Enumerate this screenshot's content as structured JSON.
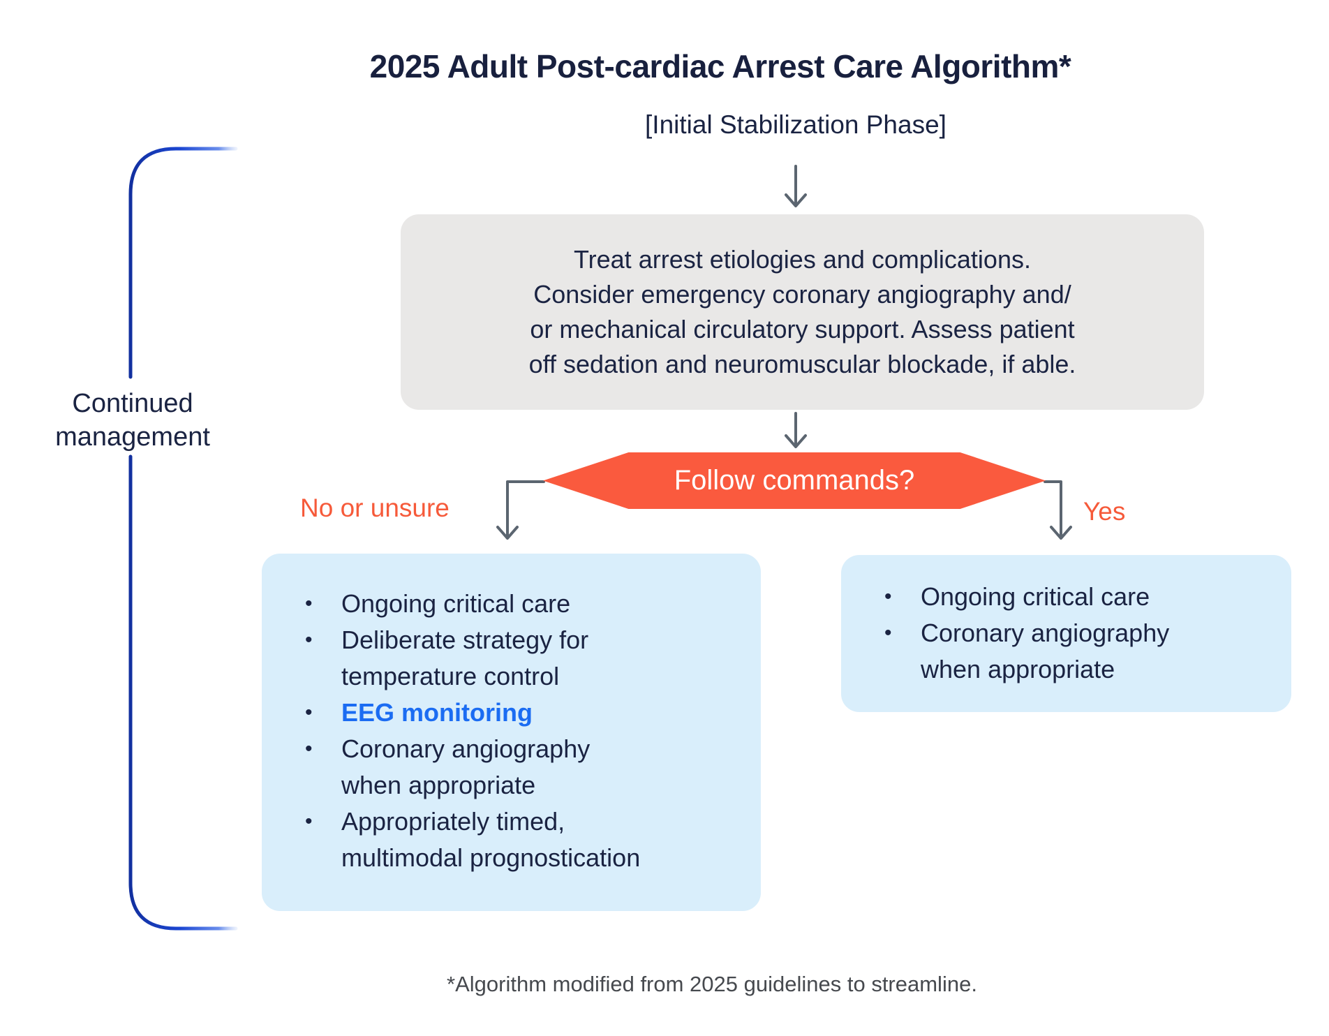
{
  "title": "2025 Adult Post-cardiac Arrest Care Algorithm*",
  "phase_label": "[Initial Stabilization Phase]",
  "treatment_box": {
    "text": "Treat arrest etiologies and complications.\nConsider emergency coronary angiography and/\nor mechanical circulatory support. Assess patient\noff sedation and neuromuscular blockade, if able."
  },
  "decision": {
    "label": "Follow commands?"
  },
  "branches": {
    "no_label": "No or unsure",
    "yes_label": "Yes"
  },
  "no_box": {
    "items": [
      {
        "text": "Ongoing critical care",
        "highlight": false
      },
      {
        "text": "Deliberate strategy for\ntemperature control",
        "highlight": false
      },
      {
        "text": "EEG monitoring",
        "highlight": true
      },
      {
        "text": "Coronary angiography\nwhen appropriate",
        "highlight": false
      },
      {
        "text": "Appropriately timed,\nmultimodal prognostication",
        "highlight": false
      }
    ]
  },
  "yes_box": {
    "items": [
      {
        "text": "Ongoing critical care",
        "highlight": false
      },
      {
        "text": "Coronary angiography\nwhen appropriate",
        "highlight": false
      }
    ]
  },
  "side_label": {
    "text": "Continued\nmanagement"
  },
  "footnote": "*Algorithm modified from 2025 guidelines to streamline.",
  "colors": {
    "navy_text": "#1a2342",
    "decision_orange": "#fa5a3e",
    "branch_label_orange": "#f65a3a",
    "highlight_blue": "#1b6cf2",
    "box_gray": "#e9e8e7",
    "box_light_blue": "#d9eefb",
    "arrow_gray": "#5b6570",
    "bracket_blue": "#1b46d2",
    "footnote_gray": "#46494e"
  }
}
